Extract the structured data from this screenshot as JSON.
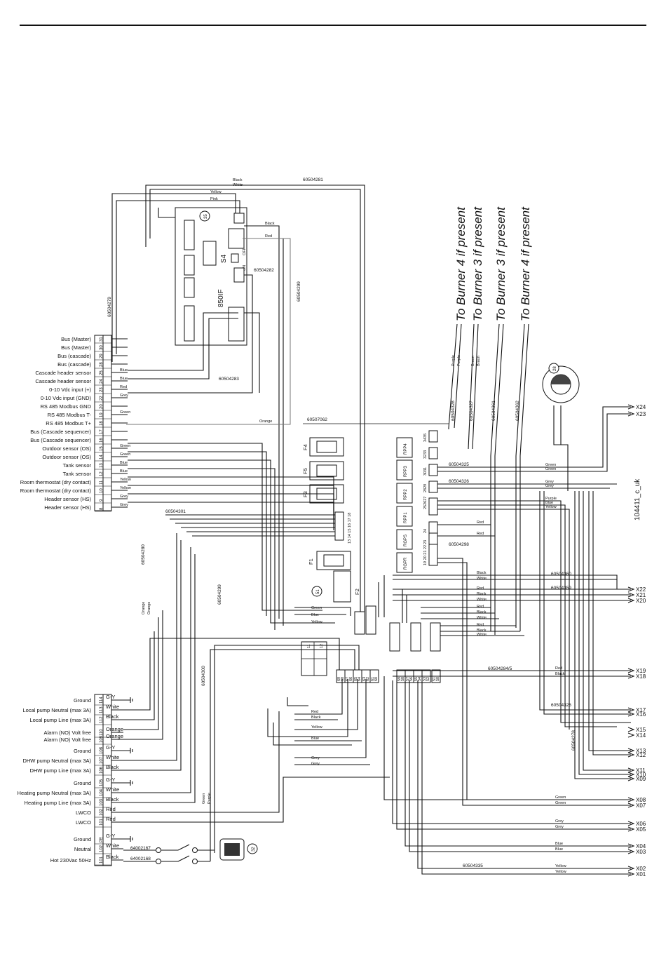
{
  "burner_labels": [
    "To Burner 4 if present",
    "To Burner 3 if present",
    "To Burner 3 if present",
    "To Burner 4 if present"
  ],
  "left_terminals": [
    {
      "num": "31",
      "label": "Bus (Master)"
    },
    {
      "num": "30",
      "label": "Bus (Master)"
    },
    {
      "num": "29",
      "label": "Bus (cascade)"
    },
    {
      "num": "28",
      "label": "Bus (cascade)"
    },
    {
      "num": "25",
      "label": "Cascade header sensor",
      "wire": "Blue"
    },
    {
      "num": "24",
      "label": "Cascade header sensor",
      "wire": "Blue"
    },
    {
      "num": "23",
      "label": "0-10 Vdc input (+)",
      "wire": "Red"
    },
    {
      "num": "22",
      "label": "0-10 Vdc input (GND)",
      "wire": "Grey"
    },
    {
      "num": "20",
      "label": "RS 485 Modbus GND"
    },
    {
      "num": "19",
      "label": "RS 485 Modbus T-",
      "wire": "Green"
    },
    {
      "num": "18",
      "label": "RS 485 Modbus T+"
    },
    {
      "num": "17",
      "label": "Bus (Cascade sequencer)"
    },
    {
      "num": "16",
      "label": "Bus (Cascade sequencer)"
    },
    {
      "num": "15",
      "label": "Outdoor sensor (OS)",
      "wire": "Green"
    },
    {
      "num": "14",
      "label": "Outdoor sensor (OS)",
      "wire": "Green"
    },
    {
      "num": "13",
      "label": "Tank sensor",
      "wire": "Blue"
    },
    {
      "num": "12",
      "label": "Tank sensor",
      "wire": "Blue"
    },
    {
      "num": "11",
      "label": "Room thermostat (dry contact)",
      "wire": "Yellow"
    },
    {
      "num": "10",
      "label": "Room thermostat (dry contact)",
      "wire": "Yellow"
    },
    {
      "num": "9",
      "label": "Header sensor (HS)",
      "wire": "Grey"
    },
    {
      "num": "8",
      "label": "Header sensor (HS)",
      "wire": "Grey"
    }
  ],
  "power_terminals": [
    {
      "num": "114",
      "label": "Ground",
      "wire": "G-Y"
    },
    {
      "num": "113",
      "label": "Local pump Neutral  (max 3A)",
      "wire": "White"
    },
    {
      "num": "112",
      "label": "Local pump Line (max 3A)",
      "wire": "Black"
    },
    {
      "num": "110",
      "label": "Alarm (NO) Volt free",
      "wire": "Orange"
    },
    {
      "num": "109",
      "label": "Alarm (NO) Volt free",
      "wire": "Orange"
    },
    {
      "num": "108",
      "label": "Ground",
      "wire": "G-Y"
    },
    {
      "num": "107",
      "label": "DHW pump Neutral  (max 3A)",
      "wire": "White"
    },
    {
      "num": "106",
      "label": "DHW pump Line (max 3A)",
      "wire": "Black"
    },
    {
      "num": "105",
      "label": "Ground",
      "wire": "G-Y"
    },
    {
      "num": "104",
      "label": "Heating pump Neutral (max 3A)",
      "wire": "White"
    },
    {
      "num": "103",
      "label": "Heating pump Line (max 3A)",
      "wire": "Black"
    },
    {
      "num": "102",
      "label": "LWCO",
      "wire": "Red"
    },
    {
      "num": "101",
      "label": "LWCO",
      "wire": "Red"
    },
    {
      "num": "PE",
      "label": "Ground",
      "wire": "G-Y"
    },
    {
      "num": "102",
      "label": "Neutral",
      "wire": "White"
    },
    {
      "num": "101",
      "label": "Hot 230Vac 50Hz",
      "wire": "Black"
    }
  ],
  "right_connectors": [
    {
      "id": "X24"
    },
    {
      "id": "X23"
    },
    {
      "id": "X22"
    },
    {
      "id": "X21"
    },
    {
      "id": "X20"
    },
    {
      "id": "X19",
      "wire": "Red"
    },
    {
      "id": "X18",
      "wire": "Black"
    },
    {
      "id": "X17"
    },
    {
      "id": "X16"
    },
    {
      "id": "X15"
    },
    {
      "id": "X14"
    },
    {
      "id": "X13"
    },
    {
      "id": "X12"
    },
    {
      "id": "X11"
    },
    {
      "id": "X10"
    },
    {
      "id": "X09"
    },
    {
      "id": "X08",
      "wire": "Green"
    },
    {
      "id": "X07",
      "wire": "Green"
    },
    {
      "id": "X06",
      "wire": "Grey"
    },
    {
      "id": "X05",
      "wire": "Grey"
    },
    {
      "id": "X04",
      "wire": "Blue"
    },
    {
      "id": "X03",
      "wire": "Blue"
    },
    {
      "id": "X02",
      "wire": "Yellow"
    },
    {
      "id": "X01",
      "wire": "Yellow"
    }
  ],
  "relays": [
    "RPP4",
    "RPP3",
    "RPP2",
    "RPP1",
    "RGPS",
    "RGPR"
  ],
  "relay_pins": [
    "3435",
    "3233",
    "3031",
    "2829",
    "252627",
    "24",
    "23",
    "19 20 21 22"
  ],
  "fuses": [
    "F4",
    "F5",
    "F3",
    "F1",
    "F2"
  ],
  "module": {
    "title": "850IF",
    "fuse": "F1",
    "switch": "S4",
    "marker": "35",
    "off": "OFF",
    "on": "ON"
  },
  "cable_codes": {
    "c60504281": "60504281",
    "c60504279": "60504279",
    "c60504282": "60504282",
    "c60504299": "60504299",
    "c60504283": "60504283",
    "c60507062": "60507062",
    "c60504328": "60504328",
    "c60504327": "60504327",
    "c60504361": "60504361",
    "c60504362": "60504362",
    "c60504325": "60504325",
    "c60504326a": "60504326",
    "c60504301": "60504301",
    "c60504298": "60504298",
    "c60504280": "60504280",
    "c60504299b": "60504299",
    "c60504360": "60504360",
    "c60504359": "60504359",
    "c60504300": "60504300",
    "c60504284": "60504284/5",
    "c60504326b": "60504326",
    "c60504278": "60504278",
    "c60504335": "60504335",
    "c64002167": "64002167",
    "c64002168": "64002168"
  },
  "top_wires": {
    "black": "Black",
    "white": "White",
    "yellow": "Yellow",
    "pink": "Pink",
    "red": "Red",
    "black2": "Black",
    "orange": "Orange"
  },
  "mid_wires": [
    "Green",
    "Blue",
    "Yellow",
    "Red",
    "Black",
    "Yellow",
    "Blue",
    "Grey",
    "Grey"
  ],
  "burner_mini_labels": [
    "Purple",
    "Purple",
    "Braun",
    "Braun"
  ],
  "right_wire_labels": [
    "Green",
    "Green",
    "Grey",
    "Grey",
    "Purple",
    "Blue",
    "Yellow",
    "Red",
    "Red",
    "Black",
    "White",
    "Red",
    "Black",
    "White",
    "Red",
    "Black",
    "White",
    "Red",
    "Black",
    "White"
  ],
  "markers": {
    "m51": "51",
    "m28": "28",
    "m32": "32"
  },
  "main_pins": "13 14 15 16 17 18",
  "power_pins": [
    "69",
    "68",
    "67",
    "66",
    "65",
    "64",
    "63",
    "62",
    "61",
    "60",
    "59",
    "58",
    "57",
    "56",
    "55",
    "54",
    "53",
    "52",
    "51",
    "50"
  ],
  "small_pins": [
    "11",
    "12"
  ],
  "power_wire_labels": {
    "red": "Red",
    "black": "Black",
    "yellow": "Yellow",
    "blue": "Blue",
    "grey": "Grey",
    "orange": "Orange",
    "green": "Green",
    "purple": "Purple"
  },
  "doc_id": "104411_c_uk"
}
